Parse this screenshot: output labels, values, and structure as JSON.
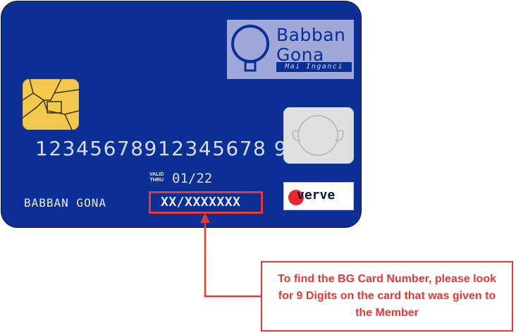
{
  "card": {
    "logo": {
      "name": "Babban\nGona",
      "tagline": "Mai Inganci"
    },
    "number": "12345678912345678 9",
    "valid_label": "VALID\nTHRU",
    "valid_date": "01/22",
    "holder": "BABBAN GONA",
    "masked_number": "XX/XXXXXXX",
    "network": "verve"
  },
  "callout": {
    "text": "To find the BG Card Number, please look for 9 Digits on the card that was given to the Member"
  },
  "colors": {
    "card": "#0b2f95",
    "highlight": "#e53935",
    "logo_bg": "#9fa8d8"
  }
}
